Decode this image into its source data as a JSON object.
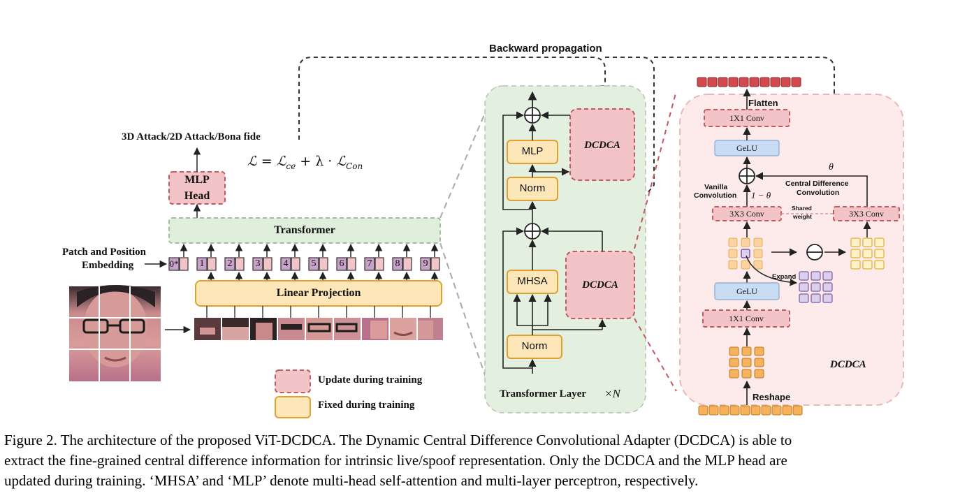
{
  "top": {
    "backward_label": "Backward propagation",
    "output_classes": "3D Attack/2D Attack/Bona fide",
    "loss_formula": "ℒ = ℒce + λ · ℒCon",
    "loss_parts": {
      "L": "ℒ",
      "eq": " = ",
      "ce_base": "ℒ",
      "ce_sub": "ce",
      "plus": " + λ · ",
      "con_base": "ℒ",
      "con_sub": "Con"
    }
  },
  "left": {
    "mlp_head": [
      "MLP",
      "Head"
    ],
    "transformer": "Transformer",
    "embedding_label": [
      "Patch and Position",
      "Embedding"
    ],
    "tokens": [
      "0*",
      "1",
      "2",
      "3",
      "4",
      "5",
      "6",
      "7",
      "8",
      "9"
    ],
    "linear_projection": "Linear Projection"
  },
  "legend": {
    "update": "Update during training",
    "fixed": "Fixed during training"
  },
  "middle": {
    "mlp": "MLP",
    "norm_top": "Norm",
    "mhsa": "MHSA",
    "norm_bottom": "Norm",
    "dcdca_top": "DCDCA",
    "dcdca_bottom": "DCDCA",
    "layer_label": "Transformer Layer",
    "repeat": "×N"
  },
  "right": {
    "flatten": "Flatten",
    "conv1x1_top": "1X1 Conv",
    "gelu_top": "GeLU",
    "theta": "θ",
    "vanilla": [
      "Vanilla",
      "Convolution"
    ],
    "one_minus_theta": "1 − θ",
    "cdc": [
      "Central Difference",
      "Convolution"
    ],
    "conv3x3_left": "3X3 Conv",
    "conv3x3_right": "3X3 Conv",
    "shared": [
      "Shared",
      "weight"
    ],
    "expand": "Expand",
    "gelu_bottom": "GeLU",
    "conv1x1_bottom": "1X1 Conv",
    "dcdca": "DCDCA",
    "reshape": "Reshape"
  },
  "colors": {
    "update_fill": "#f2c4c8",
    "update_border": "#c05a60",
    "fixed_fill": "#fde6b8",
    "fixed_border": "#e0a030",
    "transformer_fill": "#e0eedc",
    "layer_bg": "#e3f0df",
    "dcdca_bg": "#fdeaea",
    "gelu_fill": "#c8dcf4",
    "lilac": "#ddd0ee",
    "token_purple": "#c8a2c8",
    "token_red": "#d24a50"
  },
  "caption": [
    "Figure 2. The architecture of the proposed ViT-DCDCA. The Dynamic Central Difference Convolutional Adapter (DCDCA) is able to",
    "extract the fine-grained central difference information for intrinsic live/spoof representation.  Only the DCDCA and the MLP head are",
    "updated during training. ‘MHSA’ and ‘MLP’ denote multi-head self-attention and multi-layer perceptron, respectively."
  ]
}
